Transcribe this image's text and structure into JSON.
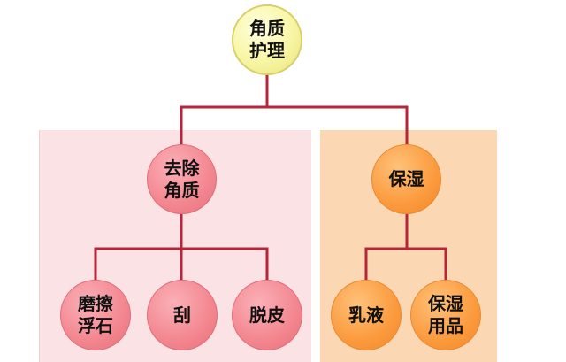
{
  "diagram": {
    "root": {
      "label": "角质护理"
    },
    "branches": [
      {
        "label": "去除角质",
        "children": [
          {
            "label": "磨擦浮石"
          },
          {
            "label": "刮"
          },
          {
            "label": "脱皮"
          }
        ]
      },
      {
        "label": "保湿",
        "children": [
          {
            "label": "乳液"
          },
          {
            "label": "保湿用品"
          }
        ]
      }
    ]
  },
  "colors": {
    "root_fill": "#f8f6a4",
    "pink_node_fill": "#f3868f",
    "orange_node_fill": "#fb9a3d",
    "left_panel": "#fbe3e5",
    "right_panel": "#fbd8b3",
    "connector": "#b5263a"
  }
}
